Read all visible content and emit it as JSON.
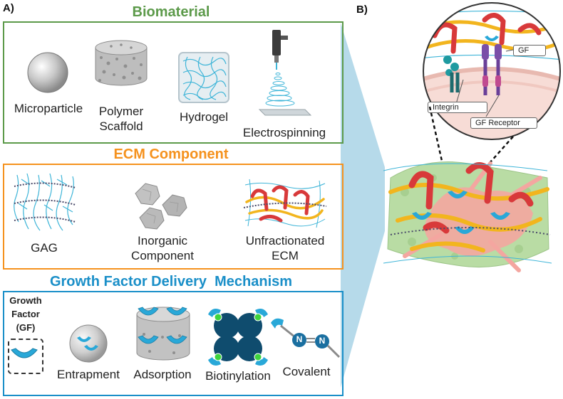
{
  "panel_a": {
    "letter": "A)",
    "biomaterial": {
      "title": "Biomaterial",
      "color": "#5c9a4a",
      "items": [
        {
          "label": "Microparticle"
        },
        {
          "label": "Polymer\nScaffold"
        },
        {
          "label": "Hydrogel"
        },
        {
          "label": "Electrospinning"
        }
      ]
    },
    "ecm": {
      "title": "ECM Component",
      "color": "#f5921e",
      "items": [
        {
          "label": "GAG"
        },
        {
          "label": "Inorganic\nComponent"
        },
        {
          "label": "Unfractionated\nECM"
        }
      ]
    },
    "gf_delivery": {
      "title": "Growth Factor Delivery  Mechanism",
      "color": "#1a8fc8",
      "legend_label": "Growth\nFactor\n(GF)",
      "items": [
        {
          "label": "Entrapment"
        },
        {
          "label": "Adsorption"
        },
        {
          "label": "Biotinylation"
        },
        {
          "label": "Covalent"
        }
      ],
      "covalent_atoms": [
        "N",
        "N"
      ]
    }
  },
  "panel_b": {
    "letter": "B)",
    "callouts": {
      "gf": "GF",
      "integrin": "Integrin",
      "gf_receptor": "GF Receptor"
    }
  },
  "colors": {
    "gf_blue": "#29a8d8",
    "ecm_red": "#d8393a",
    "ecm_yellow": "#f2b51e",
    "cell_pink": "#f4a6a0",
    "matrix_green": "#b9dca4",
    "funnel": "#a9d3e6"
  }
}
